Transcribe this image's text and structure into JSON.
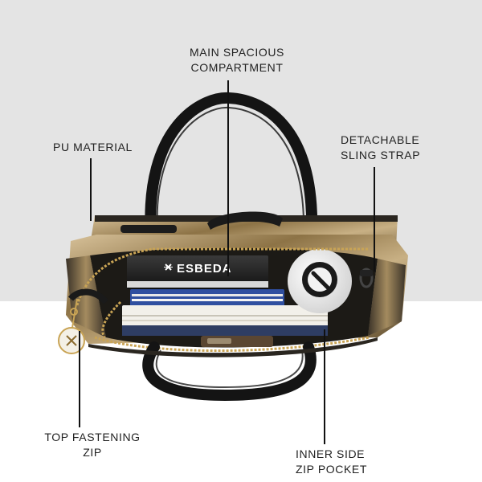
{
  "callouts": {
    "main_compartment": {
      "line1": "MAIN SPACIOUS",
      "line2": "COMPARTMENT"
    },
    "pu_material": {
      "line1": "PU MATERIAL"
    },
    "sling_strap": {
      "line1": "DETACHABLE",
      "line2": "SLING STRAP"
    },
    "top_zip": {
      "line1": "TOP FASTENING",
      "line2": "ZIP"
    },
    "inner_pocket": {
      "line1": "INNER SIDE",
      "line2": "ZIP POCKET"
    }
  },
  "product": {
    "brand_text": "ESBEDA",
    "colors": {
      "handle": "#141414",
      "bag_gold": "#b59a6a",
      "bag_dark": "#2a2620",
      "interior": "#1c1a16",
      "zip_gold": "#c9a455"
    }
  }
}
